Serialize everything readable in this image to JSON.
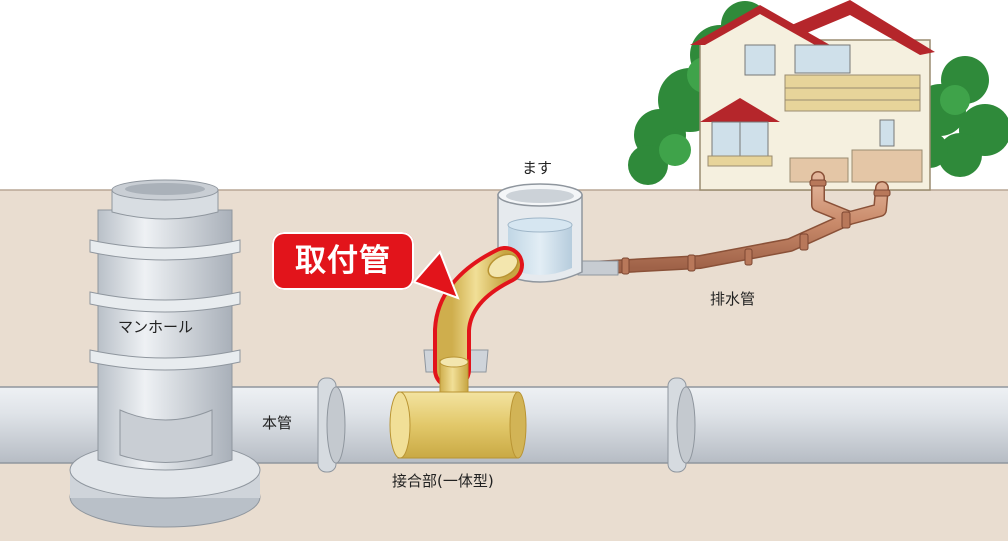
{
  "labels": {
    "manhole": "マンホール",
    "main_pipe": "本管",
    "junction": "接合部(一体型)",
    "inlet_box": "ます",
    "drain_pipe": "排水管",
    "lateral": "取付管"
  },
  "colors": {
    "callout": "#e2141b",
    "ground": "#e9ddd0",
    "lateral_pipe": "#e8d17a",
    "drain_pipe": "#c98a6a",
    "main_pipe": "#d3d8de"
  }
}
